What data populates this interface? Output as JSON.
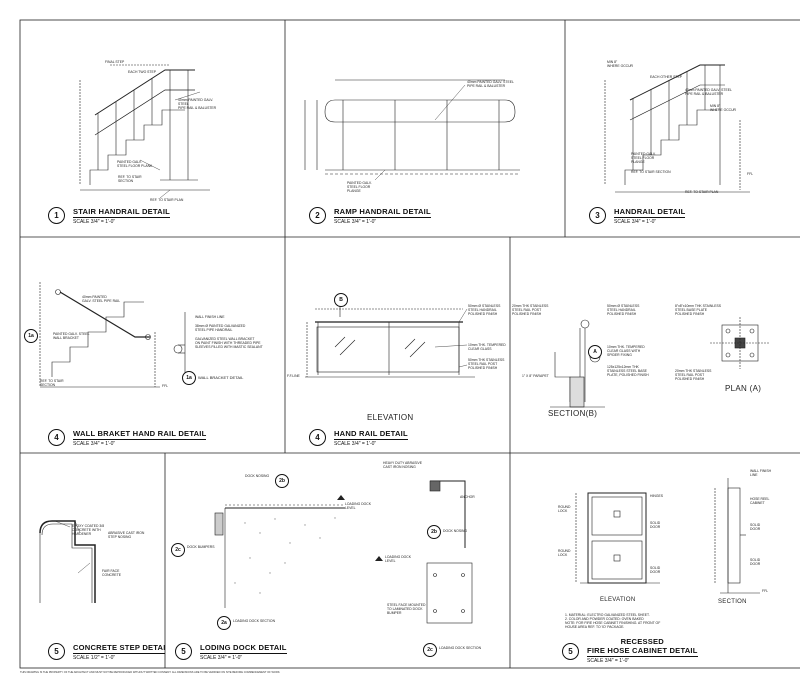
{
  "sheet": {
    "footer_note": "THIS DRAWING IS THE PROPERTY OF THE ARCHITECT AND MUST NOT BE REPRODUCED WITHOUT WRITTEN CONSENT. ALL DIMENSIONS ARE TO BE VERIFIED ON SITE BEFORE COMMENCEMENT OF WORK."
  },
  "details": [
    {
      "num": "1",
      "title": "STAIR HANDRAIL DETAIL",
      "scale": "SCALE 3/4\" = 1'-0\"",
      "notes": [
        "EACH TWO STEP",
        "40mm PAINTED GALV.\nSTEEL\nPIPE RAIL & BALUSTER",
        "PAINTED GALV.\nSTEEL FLOOR PLANK",
        "REF. TO STAIR\nSECTION",
        "REF. TO STAIR PLAN",
        "FINAL STEP"
      ]
    },
    {
      "num": "2",
      "title": "RAMP HANDRAIL DETAIL",
      "scale": "SCALE 3/4\" = 1'-0\"",
      "notes": [
        "40mm PAINTED GALV. STEEL\nPIPE RAIL & BALUSTER",
        "PAINTED GALV.\nSTEEL FLOOR\nPLANGE"
      ]
    },
    {
      "num": "3",
      "title": "HANDRAIL DETAIL",
      "scale": "SCALE 3/4\" = 1'-0\"",
      "notes": [
        "MIN 8\"\nWHERE OCCUR",
        "EACH OTHER STEP",
        "40mm PAINTED GALV. STEEL\nPIPE RAIL & BALUSTER",
        "MIN 8\"\nWHERE OCCUR",
        "PAINTED GALV.\nSTEEL FLOOR\nPLANGE",
        "REF. TO STAIR SECTION",
        "REF. TO STAIR PLAN",
        "FFL"
      ]
    },
    {
      "num": "4",
      "title": "WALL BRAKET HAND RAIL DETAIL",
      "scale": "SCALE 3/4\" = 1'-0\"",
      "notes": [
        "40mm PAINTED\nGALV. STEEL PIPE RAIL",
        "PAINTED GALV. STEEL\nWALL BRACKET",
        "REF. TO STAIR\nSECTION",
        "FFL",
        "WALL FINISH LINE",
        "38mm Ø PAINTED GALVANIZED\nSTEEL PIPE HANDRAIL",
        "GALVANIZED STEEL WALL BRACKET\nON PAINT FINISH WITH THREADED PIPE\nSLEEVES FILLED WITH MASTIC SEALANT"
      ],
      "tag": "1a",
      "subtitle": "WALL BRACKET DETAIL"
    },
    {
      "num": "4",
      "title": "HAND RAIL DETAIL",
      "scale": "SCALE 3/4\" = 1'-0\"",
      "notes": [
        "50mm Ø STAINLESS\nSTEEL HANDRAIL\nPOLISHED FINISH",
        "10mm THK. TEMPERED\nCLEAR GLASS",
        "50mm THK STAINLESS\nSTEEL RAIL POST\nPOLISHED FINISH",
        "F.F.LINE"
      ],
      "view": "ELEVATION",
      "tag": "B"
    },
    {
      "num": "",
      "title": "",
      "scale": "",
      "notes": [
        "20mm THK STAINLESS\nSTEEL RAIL POST\nPOLISHED FINISH",
        "50mm Ø STAINLESS\nSTEEL HANDRAIL\nPOLISHED FINISH",
        "10mm THK. TEMPERED\nCLEAR GLASS WITH\nSPIDER FIXING",
        "125x125x12mm THK\nSTAINLESS STEEL BASE\nPLATE, POLISHED FINISH",
        "1\" X 8\" PARAPET",
        "8\"x8\"x10mm THK STAINLESS\nSTEEL BASE PLATE\nPOLISHED FINISH",
        "20mm THK STAINLESS\nSTEEL RAIL POST\nPOLISHED FINISH"
      ],
      "view": "SECTION(B)",
      "view2": "PLAN (A)",
      "tag": "A"
    },
    {
      "num": "5",
      "title": "CONCRETE STEP DETAIL",
      "scale": "SCALE 1/2\" = 1'-0\"",
      "notes": [
        "EPOXY COATED 3/8\nCONCRETE WITH\nHARDENER",
        "ABRASIVE CAST IRON\nSTEP NOSING",
        "FAIR FACE\nCONCRETE"
      ]
    },
    {
      "num": "5",
      "title": "LODING DOCK DETAIL",
      "scale": "SCALE 3/4\" = 1'-0\"",
      "notes": [
        "DOCK NOSING",
        "LOADING DOCK\nLEVEL",
        "DOCK BUMPERS",
        "LOADING DOCK SECTION",
        "HEAVY DUTY ABRASIVE\nCAST IRON NOSING",
        "ANCHOR",
        "DOCK NOSING",
        "LOADING DOCK\nLEVEL",
        "STEEL FACE MOUNTED\nTO LAMINATED DOCK\nBUMPER",
        "LOADING DOCK SECTION"
      ],
      "tags": [
        "2b",
        "2c",
        "2a",
        "2b",
        "2c"
      ]
    },
    {
      "num": "5",
      "title": "RECESSED\nFIRE HOSE CABINET DETAIL",
      "scale": "SCALE 3/4\" = 1'-0\"",
      "notes": [
        "HINGES",
        "ROUND\nLOCK",
        "SOLID\nDOOR",
        "ROUND\nLOCK",
        "SOLID\nDOOR",
        "WALL FINISH\nLINE",
        "HOSE REEL\nCABINET",
        "SOLID\nDOOR",
        "SOLID\nDOOR",
        "FFL",
        "1. MATERIAL: ELECTRO GALVANIZED STEEL SHEET.\n2. COLOR AND POWDER COATED: OVEN BAKED\nNOTE: FOR FIRE HOSE CABINET FINISHING. AT FRONT OF\nHOUSE AREA REF. TO 'ID' PACKAGE."
      ],
      "view": "ELEVATION",
      "view2": "SECTION"
    }
  ]
}
